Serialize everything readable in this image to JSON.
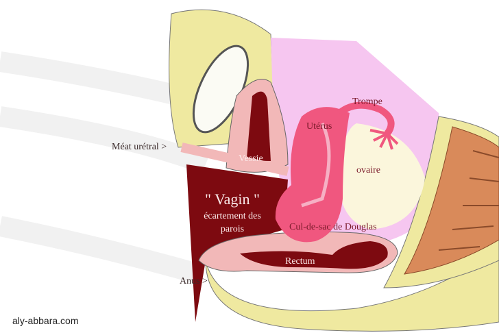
{
  "labels": {
    "meat": "Méat urétral >",
    "vessie": "Vessie",
    "uterus": "Utérus",
    "trompe": "Trompe",
    "ovaire": "ovaire",
    "vagin": "\" Vagin \"",
    "ecartement": "écartement des",
    "parois": "parois",
    "douglas": "Cul-de-sac de Douglas",
    "rectum": "Rectum",
    "anus": "Anus >"
  },
  "credit": "aly-abbara.com",
  "colors": {
    "tissue_yellow": "#efe9a0",
    "peritoneum_pink": "#f6c6f0",
    "uterus_pink": "#f0577f",
    "dark_cavity": "#7d0a10",
    "wall_pink": "#f2b8b8",
    "ovary_cream": "#fbf6dc",
    "spine_orange": "#d98a5a"
  }
}
